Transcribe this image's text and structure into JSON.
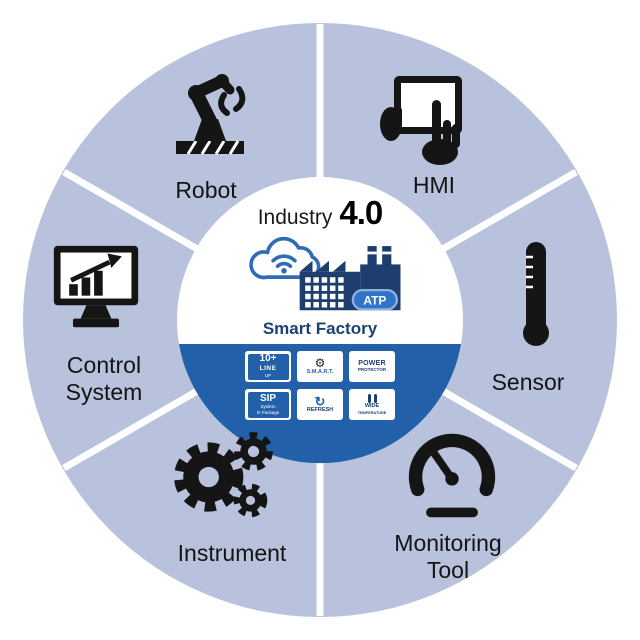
{
  "diagram": {
    "title_word": "Industry",
    "title_version": "4.0",
    "smart_factory_label": "Smart Factory",
    "factory_logo": "ATP"
  },
  "segments": [
    {
      "label": "Robot",
      "icon": "robot-arm-icon"
    },
    {
      "label": "HMI",
      "icon": "hands-tablet-icon"
    },
    {
      "label": "Sensor",
      "icon": "thermometer-icon"
    },
    {
      "label": "Monitoring Tool",
      "icon": "gauge-icon"
    },
    {
      "label": "Instrument",
      "icon": "gears-icon"
    },
    {
      "label": "Control System",
      "icon": "monitor-chart-icon"
    }
  ],
  "feature_badges": [
    {
      "name": "line-up",
      "line1": "10+",
      "line2": "LINE",
      "line3": "UP"
    },
    {
      "name": "smart",
      "line1": "S.M.A.R.T."
    },
    {
      "name": "power-protector",
      "line1": "POWER",
      "line2": "PROTECTOR"
    },
    {
      "name": "sip",
      "line1": "SIP",
      "line2": "System",
      "line3": "In Package"
    },
    {
      "name": "refresh",
      "line1": "REFRESH"
    },
    {
      "name": "wide-temperature",
      "line1": "WIDE",
      "line2": "TEMPERATURE"
    }
  ],
  "icon_glyphs": {
    "gear": "⚙",
    "refresh": "↻"
  },
  "colors": {
    "ring": "#b8c2dd",
    "accent_blue": "#2261a9",
    "navy": "#1d3e6f",
    "cloud_blue": "#2e6cb5",
    "icon_black": "#151515"
  }
}
